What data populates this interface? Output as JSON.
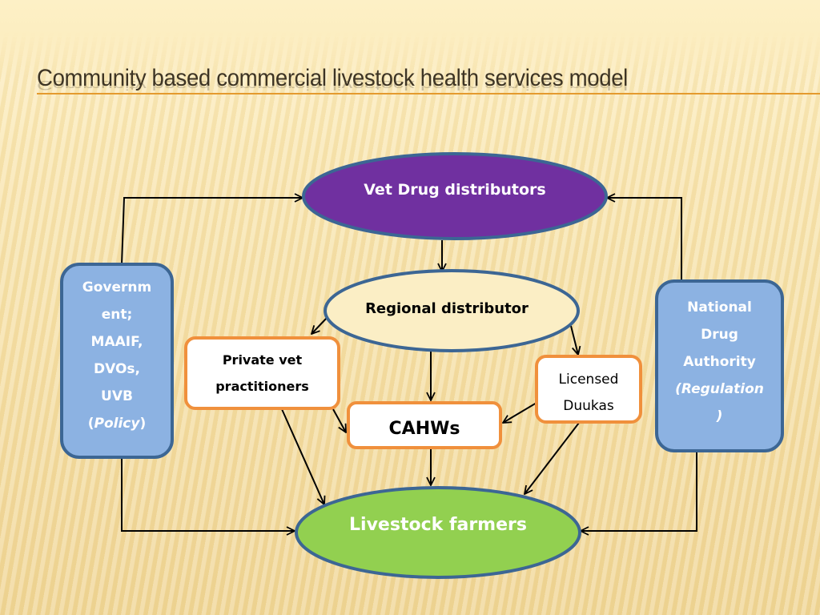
{
  "slide": {
    "title": "Community based commercial livestock health services model"
  },
  "colors": {
    "vet_drug_fill": "#7030a0",
    "blue_border": "#3c6694",
    "side_box_fill": "#8cb2e2",
    "orange_border": "#f0903c",
    "farmers_fill": "#92d050",
    "arrow": "#000000",
    "title_rule": "#e49a2e"
  },
  "nodes": {
    "vet_drug": {
      "label": "Vet Drug distributors"
    },
    "regional": {
      "label": "Regional distributor"
    },
    "government": {
      "lines": [
        "Governm",
        "ent;",
        "MAAIF,",
        "DVOs,",
        "UVB"
      ],
      "italic_note": "Policy"
    },
    "nda": {
      "lines": [
        "National",
        "Drug",
        "Authority"
      ],
      "italic_note_line1": "(Regulation",
      "italic_note_line2": ")"
    },
    "private_vet": {
      "line1": "Private vet",
      "line2": "practitioners"
    },
    "cahws": {
      "label": "CAHWs"
    },
    "duukas": {
      "line1": "Licensed",
      "line2": "Duukas"
    },
    "farmers": {
      "label": "Livestock farmers"
    }
  },
  "edges": [
    {
      "from": "government",
      "to": "vet_drug"
    },
    {
      "from": "nda",
      "to": "vet_drug"
    },
    {
      "from": "vet_drug",
      "to": "regional"
    },
    {
      "from": "regional",
      "to": "private_vet"
    },
    {
      "from": "regional",
      "to": "cahws"
    },
    {
      "from": "regional",
      "to": "duukas"
    },
    {
      "from": "private_vet",
      "to": "cahws"
    },
    {
      "from": "duukas",
      "to": "cahws"
    },
    {
      "from": "private_vet",
      "to": "farmers"
    },
    {
      "from": "cahws",
      "to": "farmers"
    },
    {
      "from": "duukas",
      "to": "farmers"
    },
    {
      "from": "government",
      "to": "farmers"
    },
    {
      "from": "nda",
      "to": "farmers"
    }
  ]
}
